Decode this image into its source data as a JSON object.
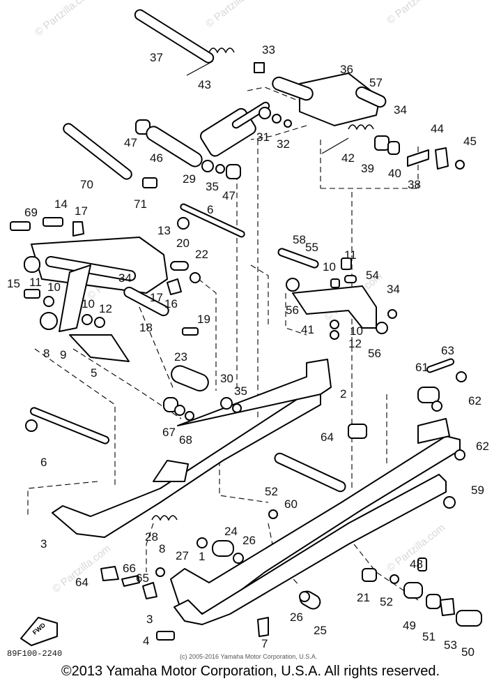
{
  "watermarks": [
    "© Partzilla.com",
    "© Partzilla.com",
    "© Partzilla.com",
    "© Partzilla.com",
    "© Partzilla.com",
    "© Partzilla.com",
    "© Partzilla.com"
  ],
  "diagram_code": "89F100-2240",
  "fwd_label": "FWD",
  "footer_small": "(c) 2005-2016 Yamaha Motor Corporation, U.S.A.",
  "copyright": "©2013 Yamaha Motor Corporation, U.S.A. All rights reserved.",
  "callouts": [
    {
      "id": "37",
      "label": "37"
    },
    {
      "id": "43",
      "label": "43"
    },
    {
      "id": "33",
      "label": "33"
    },
    {
      "id": "36",
      "label": "36"
    },
    {
      "id": "57",
      "label": "57"
    },
    {
      "id": "34a",
      "label": "34"
    },
    {
      "id": "44",
      "label": "44"
    },
    {
      "id": "45",
      "label": "45"
    },
    {
      "id": "47a",
      "label": "47"
    },
    {
      "id": "46",
      "label": "46"
    },
    {
      "id": "31",
      "label": "31"
    },
    {
      "id": "32",
      "label": "32"
    },
    {
      "id": "42",
      "label": "42"
    },
    {
      "id": "39",
      "label": "39"
    },
    {
      "id": "40",
      "label": "40"
    },
    {
      "id": "38",
      "label": "38"
    },
    {
      "id": "70",
      "label": "70"
    },
    {
      "id": "71",
      "label": "71"
    },
    {
      "id": "29",
      "label": "29"
    },
    {
      "id": "35a",
      "label": "35"
    },
    {
      "id": "47b",
      "label": "47"
    },
    {
      "id": "69",
      "label": "69"
    },
    {
      "id": "14",
      "label": "14"
    },
    {
      "id": "17a",
      "label": "17"
    },
    {
      "id": "13",
      "label": "13"
    },
    {
      "id": "6a",
      "label": "6"
    },
    {
      "id": "20",
      "label": "20"
    },
    {
      "id": "22",
      "label": "22"
    },
    {
      "id": "58",
      "label": "58"
    },
    {
      "id": "55",
      "label": "55"
    },
    {
      "id": "11a",
      "label": "11"
    },
    {
      "id": "15",
      "label": "15"
    },
    {
      "id": "11b",
      "label": "11"
    },
    {
      "id": "10a",
      "label": "10"
    },
    {
      "id": "34b",
      "label": "34"
    },
    {
      "id": "10b",
      "label": "10"
    },
    {
      "id": "12a",
      "label": "12"
    },
    {
      "id": "17b",
      "label": "17"
    },
    {
      "id": "16",
      "label": "16"
    },
    {
      "id": "10c",
      "label": "10"
    },
    {
      "id": "54",
      "label": "54"
    },
    {
      "id": "56a",
      "label": "56"
    },
    {
      "id": "34c",
      "label": "34"
    },
    {
      "id": "18",
      "label": "18"
    },
    {
      "id": "19",
      "label": "19"
    },
    {
      "id": "8a",
      "label": "8"
    },
    {
      "id": "9",
      "label": "9"
    },
    {
      "id": "41",
      "label": "41"
    },
    {
      "id": "10d",
      "label": "10"
    },
    {
      "id": "12b",
      "label": "12"
    },
    {
      "id": "56b",
      "label": "56"
    },
    {
      "id": "5",
      "label": "5"
    },
    {
      "id": "23",
      "label": "23"
    },
    {
      "id": "63",
      "label": "63"
    },
    {
      "id": "61",
      "label": "61"
    },
    {
      "id": "2",
      "label": "2"
    },
    {
      "id": "30",
      "label": "30"
    },
    {
      "id": "35b",
      "label": "35"
    },
    {
      "id": "62a",
      "label": "62"
    },
    {
      "id": "67",
      "label": "67"
    },
    {
      "id": "68",
      "label": "68"
    },
    {
      "id": "64a",
      "label": "64"
    },
    {
      "id": "6b",
      "label": "6"
    },
    {
      "id": "62b",
      "label": "62"
    },
    {
      "id": "52a",
      "label": "52"
    },
    {
      "id": "60",
      "label": "60"
    },
    {
      "id": "59",
      "label": "59"
    },
    {
      "id": "3a",
      "label": "3"
    },
    {
      "id": "28",
      "label": "28"
    },
    {
      "id": "24",
      "label": "24"
    },
    {
      "id": "26a",
      "label": "26"
    },
    {
      "id": "8b",
      "label": "8"
    },
    {
      "id": "27",
      "label": "27"
    },
    {
      "id": "1",
      "label": "1"
    },
    {
      "id": "48",
      "label": "48"
    },
    {
      "id": "64b",
      "label": "64"
    },
    {
      "id": "66",
      "label": "66"
    },
    {
      "id": "65",
      "label": "65"
    },
    {
      "id": "21",
      "label": "21"
    },
    {
      "id": "52b",
      "label": "52"
    },
    {
      "id": "3b",
      "label": "3"
    },
    {
      "id": "26b",
      "label": "26"
    },
    {
      "id": "25",
      "label": "25"
    },
    {
      "id": "49",
      "label": "49"
    },
    {
      "id": "7",
      "label": "7"
    },
    {
      "id": "51",
      "label": "51"
    },
    {
      "id": "53",
      "label": "53"
    },
    {
      "id": "4",
      "label": "4"
    },
    {
      "id": "50",
      "label": "50"
    }
  ]
}
